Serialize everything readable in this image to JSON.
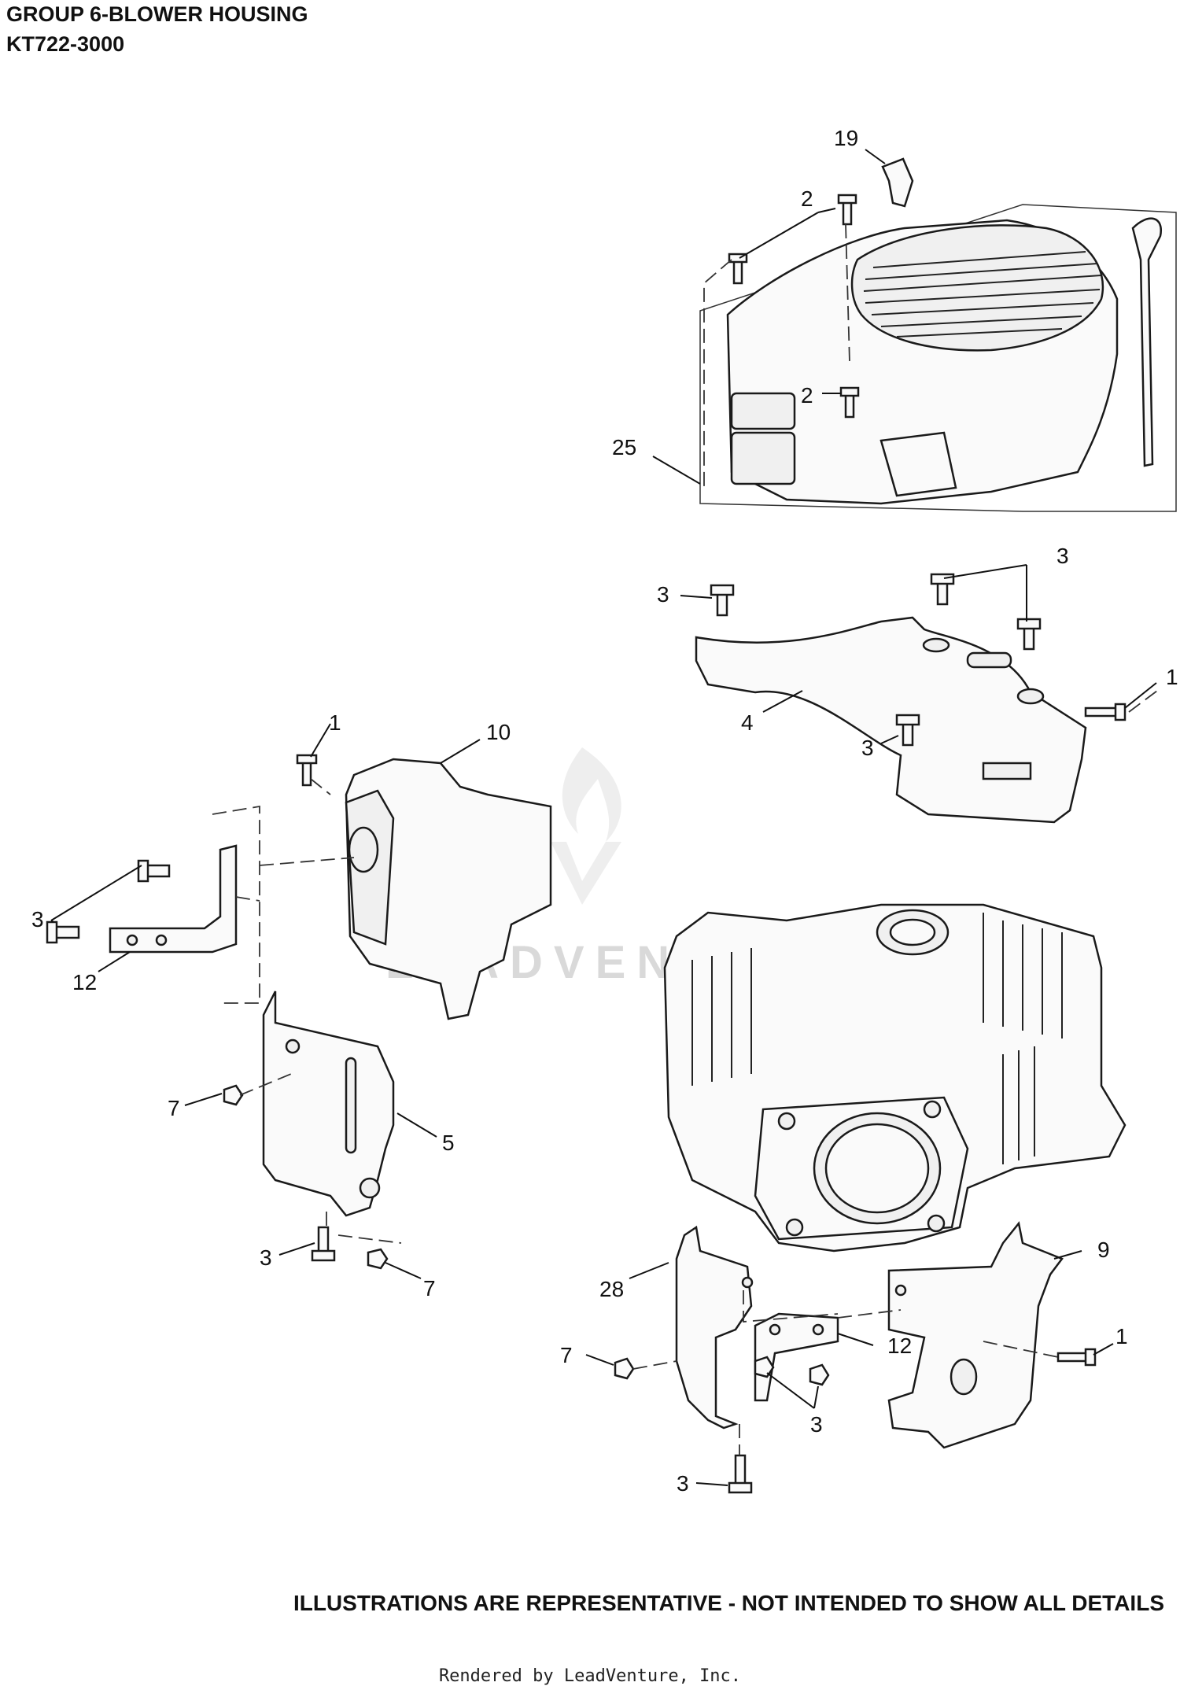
{
  "header": {
    "title_line1": "GROUP 6-BLOWER HOUSING",
    "title_line2": "KT722-3000"
  },
  "callouts": {
    "c19": "19",
    "c2a": "2",
    "c2b": "2",
    "c25": "25",
    "c3a": "3",
    "c3b": "3",
    "c3c": "3",
    "c4": "4",
    "c1a": "1",
    "c1b": "1",
    "c10": "10",
    "c3d": "3",
    "c12a": "12",
    "c7a": "7",
    "c5": "5",
    "c3e": "3",
    "c7b": "7",
    "c9": "9",
    "c28": "28",
    "c12b": "12",
    "c7c": "7",
    "c3f": "3",
    "c1c": "1",
    "c3g": "3"
  },
  "watermark": "LEADVENTURE",
  "disclaimer": "ILLUSTRATIONS ARE REPRESENTATIVE - NOT INTENDED TO SHOW ALL DETAILS",
  "footer": "Rendered by LeadVenture, Inc."
}
